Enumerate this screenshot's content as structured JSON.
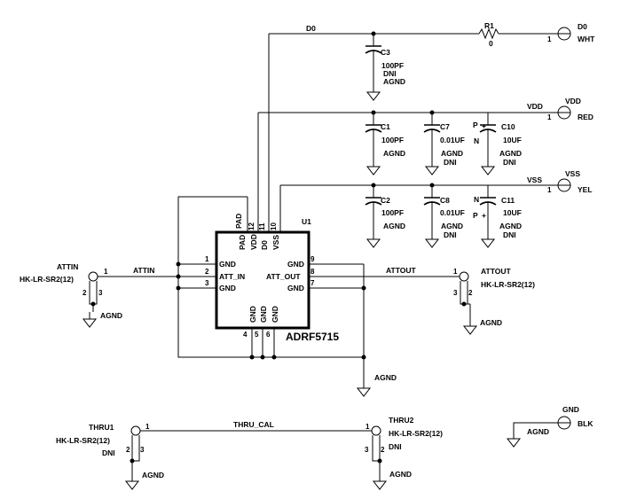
{
  "nets": {
    "d0": "D0",
    "vdd": "VDD",
    "vss": "VSS",
    "attin": "ATTIN",
    "attout": "ATTOUT",
    "thru_cal": "THRU_CAL"
  },
  "u1": {
    "ref": "U1",
    "part": "ADRF5715",
    "pin_numbers": {
      "p1": "1",
      "p2": "2",
      "p3": "3",
      "p4": "4",
      "p5": "5",
      "p6": "6",
      "p7": "7",
      "p8": "8",
      "p9": "9",
      "p10": "10",
      "p11": "11",
      "p12": "12"
    },
    "pin_names": {
      "p1": "GND",
      "p2": "ATT_IN",
      "p3": "GND",
      "p7": "GND",
      "p8": "ATT_OUT",
      "p9": "GND",
      "p4": "GND",
      "p5": "GND",
      "p6": "GND",
      "pad": "PAD",
      "p12": "VDD",
      "p11": "D0",
      "p10": "VSS"
    }
  },
  "r1": {
    "ref": "R1",
    "value": "0"
  },
  "caps": {
    "c3": {
      "ref": "C3",
      "value": "100PF",
      "dni": "DNI",
      "gnd": "AGND"
    },
    "c1": {
      "ref": "C1",
      "value": "100PF",
      "gnd": "AGND"
    },
    "c7": {
      "ref": "C7",
      "value": "0.01UF",
      "gnd": "AGND",
      "dni": "DNI"
    },
    "c10": {
      "ref": "C10",
      "value": "10UF",
      "gnd": "AGND",
      "dni": "DNI",
      "pos": "P",
      "neg": "N"
    },
    "c2": {
      "ref": "C2",
      "value": "100PF",
      "gnd": "AGND"
    },
    "c8": {
      "ref": "C8",
      "value": "0.01UF",
      "gnd": "AGND",
      "dni": "DNI"
    },
    "c11": {
      "ref": "C11",
      "value": "10UF",
      "gnd": "AGND",
      "dni": "DNI",
      "pos": "P",
      "neg": "N"
    }
  },
  "test_points": {
    "d0": {
      "name": "D0",
      "color": "WHT",
      "pin": "1"
    },
    "vdd": {
      "name": "VDD",
      "color": "RED",
      "pin": "1"
    },
    "vss": {
      "name": "VSS",
      "color": "YEL",
      "pin": "1"
    },
    "gnd": {
      "name": "GND",
      "color": "BLK",
      "gnd": "AGND"
    }
  },
  "connectors": {
    "attin": {
      "ref": "ATTIN",
      "part": "HK-LR-SR2(12)",
      "gnd": "AGND",
      "p1": "1",
      "p2": "2",
      "p3": "3"
    },
    "attout": {
      "ref": "ATTOUT",
      "part": "HK-LR-SR2(12)",
      "gnd": "AGND",
      "p1": "1",
      "p2": "2",
      "p3": "3"
    },
    "thru1": {
      "ref": "THRU1",
      "part": "HK-LR-SR2(12)",
      "dni": "DNI",
      "gnd": "AGND",
      "p1": "1",
      "p2": "2",
      "p3": "3"
    },
    "thru2": {
      "ref": "THRU2",
      "part": "HK-LR-SR2(12)",
      "dni": "DNI",
      "gnd": "AGND",
      "p1": "1",
      "p2": "2",
      "p3": "3"
    }
  },
  "agnd": {
    "below_u1": "AGND"
  }
}
